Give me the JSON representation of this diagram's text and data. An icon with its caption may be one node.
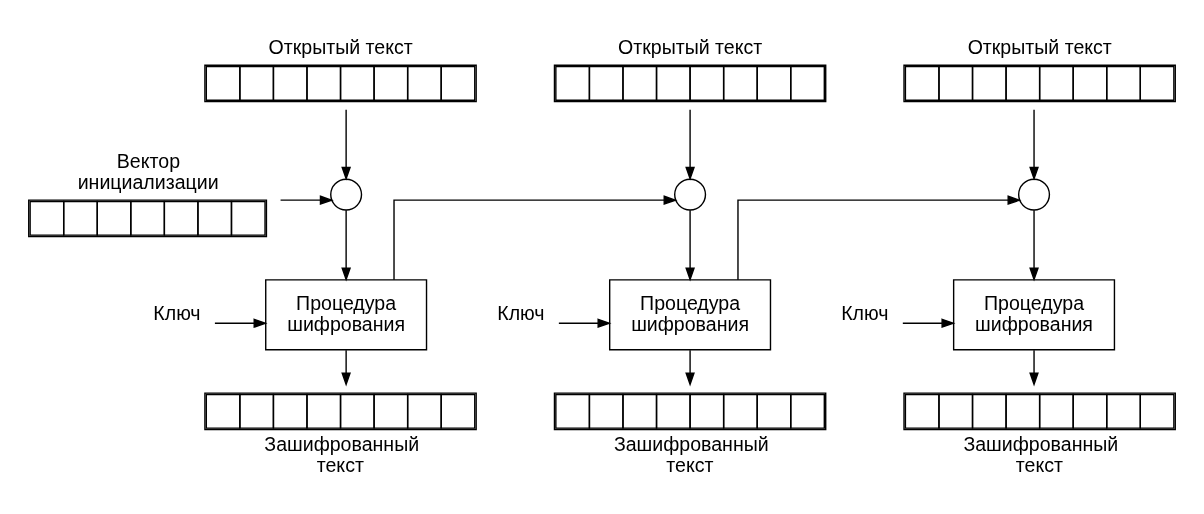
{
  "diagram": {
    "nodes": [
      {
        "text": [
          "Вектор инициализации"
        ]
      },
      {
        "text": [
          "Открытый текст"
        ]
      },
      {
        "text": [],
        "shape": "circle"
      },
      {
        "text": [
          "Процедура шифрования"
        ]
      },
      {
        "text": [
          "Ключ"
        ]
      },
      {
        "text": [
          "Зашифрованный текст"
        ]
      },
      {
        "text": [
          "Открытый текст"
        ]
      },
      {
        "text": [],
        "shape": "circle"
      },
      {
        "text": [
          "Процедура шифрования"
        ]
      },
      {
        "text": [
          "Ключ"
        ]
      },
      {
        "text": [
          "Зашифрованный текст"
        ]
      },
      {
        "text": [
          "Открытый текст"
        ]
      },
      {
        "text": [],
        "shape": "circle"
      },
      {
        "text": [
          "Процедура шифрования"
        ]
      },
      {
        "text": [
          "Ключ"
        ]
      },
      {
        "text": [
          "Зашифрованный текст"
        ]
      }
    ],
    "edges": [
      {
        "from": 0,
        "to": 2,
        "arrow": "to"
      },
      {
        "from": 1,
        "to": 2,
        "arrow": "to"
      },
      {
        "from": 2,
        "to": 3,
        "arrow": "to"
      },
      {
        "from": 4,
        "to": 3,
        "arrow": "to"
      },
      {
        "from": 3,
        "to": 5,
        "arrow": "to"
      },
      {
        "from": 3,
        "to": 7,
        "arrow": "to"
      },
      {
        "from": 6,
        "to": 7,
        "arrow": "to"
      },
      {
        "from": 7,
        "to": 8,
        "arrow": "to"
      },
      {
        "from": 9,
        "to": 8,
        "arrow": "to"
      },
      {
        "from": 8,
        "to": 10,
        "arrow": "to"
      },
      {
        "from": 8,
        "to": 12,
        "arrow": "to"
      },
      {
        "from": 11,
        "to": 12,
        "arrow": "to"
      },
      {
        "from": 12,
        "to": 13,
        "arrow": "to"
      },
      {
        "from": 14,
        "to": 13,
        "arrow": "to"
      },
      {
        "from": 13,
        "to": 15,
        "arrow": "to"
      }
    ]
  }
}
